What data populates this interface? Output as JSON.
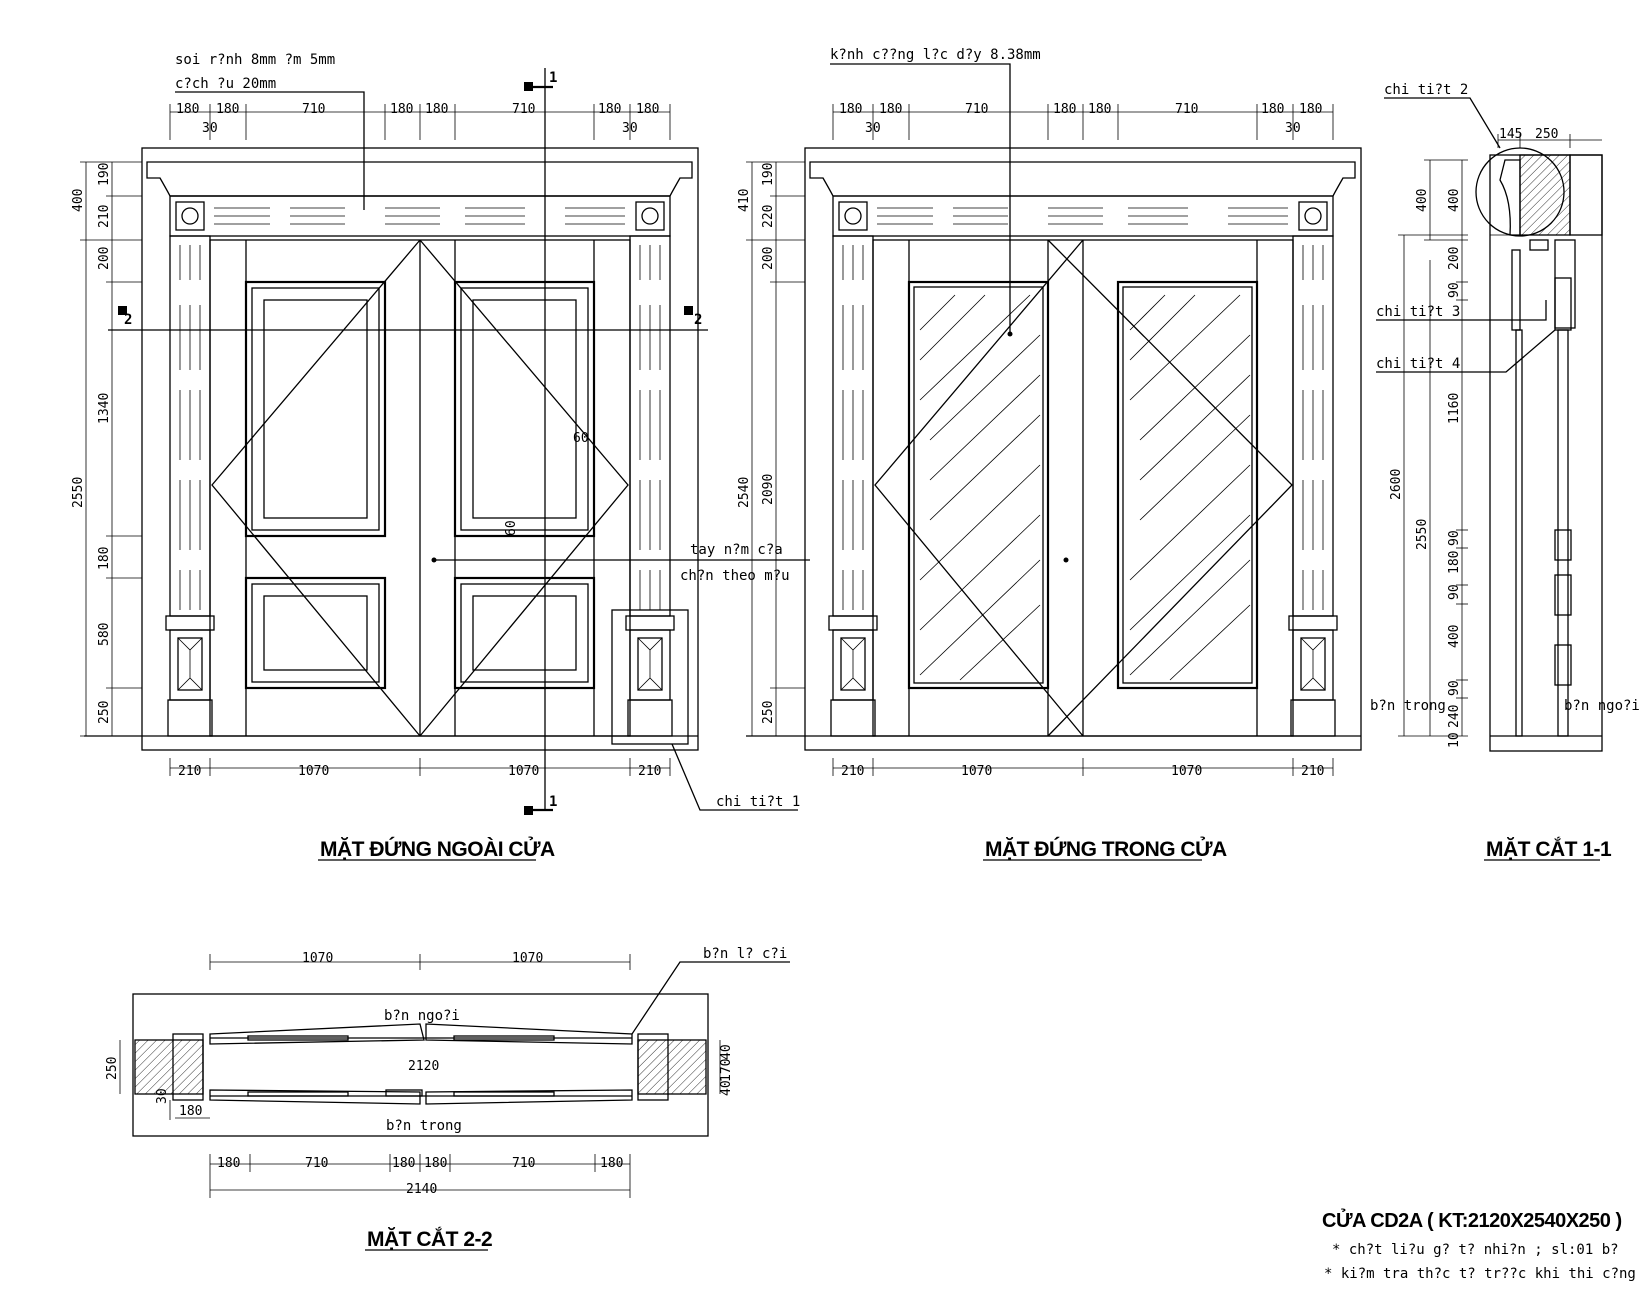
{
  "views": {
    "exterior": {
      "title": "MẶT ĐỨNG NGOÀI CỬA",
      "top_dims": [
        "180",
        "180",
        "710",
        "180",
        "180",
        "710",
        "180",
        "180"
      ],
      "sub_dims": [
        "30",
        "30"
      ],
      "left_dims": [
        "190",
        "210",
        "200",
        "1340",
        "180",
        "580",
        "250"
      ],
      "left_group": [
        "400",
        "2550"
      ],
      "bottom_dims": [
        "210",
        "1070",
        "1070",
        "210"
      ],
      "note_groove": [
        "soi r?nh 8mm ?m 5mm",
        "c?ch ?u 20mm"
      ],
      "detail1": "chi ti?t 1",
      "handle": [
        "tay n?m c?a",
        "ch?n theo m?u"
      ],
      "dim60a": "60",
      "dim60b": "60",
      "section_1": "1",
      "section_2": "2"
    },
    "interior": {
      "title": "MẶT ĐỨNG TRONG CỬA",
      "glass_note": "k?nh c??ng l?c d?y 8.38mm",
      "top_dims": [
        "180",
        "180",
        "710",
        "180",
        "180",
        "710",
        "180",
        "180"
      ],
      "sub_dims": [
        "30",
        "30"
      ],
      "left_dims": [
        "190",
        "220",
        "200",
        "2090",
        "250"
      ],
      "left_group": [
        "410",
        "2540"
      ],
      "bottom_dims": [
        "210",
        "1070",
        "1070",
        "210"
      ]
    },
    "section11": {
      "title": "MẶT CẮT 1-1",
      "top_dims": [
        "145",
        "250"
      ],
      "detail2": "chi ti?t 2",
      "detail3": "chi ti?t 3",
      "detail4": "chi ti?t 4",
      "side_in": "b?n trong",
      "side_out": "b?n ngo?i",
      "right_dims": [
        "400",
        "200",
        "90",
        "1160",
        "90",
        "180",
        "90",
        "400",
        "90",
        "240",
        "10"
      ],
      "left_dims": [
        "400",
        "2600",
        "2550"
      ]
    },
    "section22": {
      "title": "MẶT CẮT 2-2",
      "top_dims": [
        "1070",
        "1070"
      ],
      "label_wall": "b?n l? c?i",
      "label_out": "b?n ngo?i",
      "label_in": "b?n trong",
      "inner_width": "2120",
      "left_dims": [
        "250",
        "30",
        "180"
      ],
      "right_dims": [
        "40",
        "170",
        "40"
      ],
      "bottom_dims": [
        "180",
        "710",
        "180",
        "180",
        "710",
        "180"
      ],
      "total": "2140"
    }
  },
  "title_block": {
    "name": "CỬA CD2A ( KT:2120X2540X250 )",
    "notes": [
      "* ch?t li?u g? t? nhi?n ; sl:01 b?",
      "* ki?m tra th?c t? tr??c khi thi c?ng"
    ]
  }
}
